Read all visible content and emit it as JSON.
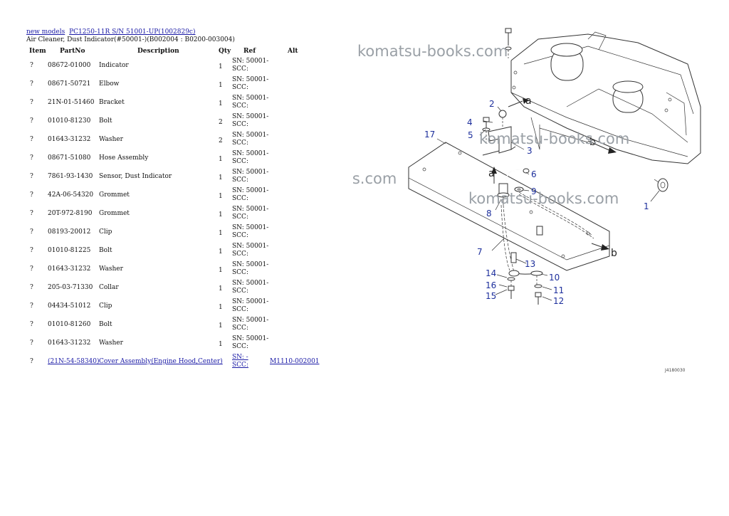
{
  "breadcrumb": {
    "new_models": "new models",
    "model": "PC1250-11R S/N 51001-UP(1002829c)"
  },
  "subtitle": "Air Cleaner, Dust Indicator(#50001-)(B002004 : B0200-003004)",
  "table": {
    "headers": {
      "item": "Item",
      "part_no": "PartNo",
      "description": "Description",
      "qty": "Qty",
      "ref": "Ref",
      "alt": "Alt"
    },
    "rows": [
      {
        "item": "?",
        "part_no": "08672-01000",
        "description": "Indicator",
        "qty": "1",
        "ref": [
          "SN: 50001-",
          "SCC:"
        ],
        "alt": ""
      },
      {
        "item": "?",
        "part_no": "08671-50721",
        "description": "Elbow",
        "qty": "1",
        "ref": [
          "SN: 50001-",
          "SCC:"
        ],
        "alt": ""
      },
      {
        "item": "?",
        "part_no": "21N-01-51460",
        "description": "Bracket",
        "qty": "1",
        "ref": [
          "SN: 50001-",
          "SCC:"
        ],
        "alt": ""
      },
      {
        "item": "?",
        "part_no": "01010-81230",
        "description": "Bolt",
        "qty": "2",
        "ref": [
          "SN: 50001-",
          "SCC:"
        ],
        "alt": ""
      },
      {
        "item": "?",
        "part_no": "01643-31232",
        "description": "Washer",
        "qty": "2",
        "ref": [
          "SN: 50001-",
          "SCC:"
        ],
        "alt": ""
      },
      {
        "item": "?",
        "part_no": "08671-51080",
        "description": "Hose Assembly",
        "qty": "1",
        "ref": [
          "SN: 50001-",
          "SCC:"
        ],
        "alt": ""
      },
      {
        "item": "?",
        "part_no": "7861-93-1430",
        "description": "Sensor, Dust Indicator",
        "qty": "1",
        "ref": [
          "SN: 50001-",
          "SCC:"
        ],
        "alt": ""
      },
      {
        "item": "?",
        "part_no": "42A-06-54320",
        "description": "Grommet",
        "qty": "1",
        "ref": [
          "SN: 50001-",
          "SCC:"
        ],
        "alt": ""
      },
      {
        "item": "?",
        "part_no": "20T-972-8190",
        "description": "Grommet",
        "qty": "1",
        "ref": [
          "SN: 50001-",
          "SCC:"
        ],
        "alt": ""
      },
      {
        "item": "?",
        "part_no": "08193-20012",
        "description": "Clip",
        "qty": "1",
        "ref": [
          "SN: 50001-",
          "SCC:"
        ],
        "alt": ""
      },
      {
        "item": "?",
        "part_no": "01010-81225",
        "description": "Bolt",
        "qty": "1",
        "ref": [
          "SN: 50001-",
          "SCC:"
        ],
        "alt": ""
      },
      {
        "item": "?",
        "part_no": "01643-31232",
        "description": "Washer",
        "qty": "1",
        "ref": [
          "SN: 50001-",
          "SCC:"
        ],
        "alt": ""
      },
      {
        "item": "?",
        "part_no": "205-03-71330",
        "description": "Collar",
        "qty": "1",
        "ref": [
          "SN: 50001-",
          "SCC:"
        ],
        "alt": ""
      },
      {
        "item": "?",
        "part_no": "04434-51012",
        "description": "Clip",
        "qty": "1",
        "ref": [
          "SN: 50001-",
          "SCC:"
        ],
        "alt": ""
      },
      {
        "item": "?",
        "part_no": "01010-81260",
        "description": "Bolt",
        "qty": "1",
        "ref": [
          "SN: 50001-",
          "SCC:"
        ],
        "alt": ""
      },
      {
        "item": "?",
        "part_no": "01643-31232",
        "description": "Washer",
        "qty": "1",
        "ref": [
          "SN: 50001-",
          "SCC:"
        ],
        "alt": ""
      },
      {
        "item": "?",
        "part_no": "(21N-54-58340)",
        "description": "Cover Assembly(Engine Hood,Center)",
        "qty": "",
        "ref": [
          "SN: -",
          "SCC:"
        ],
        "alt": "M1110-002001",
        "link": true
      }
    ]
  },
  "diagram": {
    "watermarks": [
      "komatsu-books.com",
      "komatsu-books.com",
      "komatsu-books.com",
      "komatsu-books.com"
    ],
    "callouts": [
      "1",
      "2",
      "3",
      "4",
      "5",
      "6",
      "7",
      "8",
      "9",
      "10",
      "11",
      "12",
      "13",
      "14",
      "15",
      "16",
      "17"
    ],
    "arrow_labels": [
      "a",
      "a",
      "b",
      "b"
    ],
    "figure_code": "J4180030"
  },
  "colors": {
    "link": "#1a1aa6",
    "callout": "#1d2f9c",
    "watermark": "#9aa0a6"
  }
}
